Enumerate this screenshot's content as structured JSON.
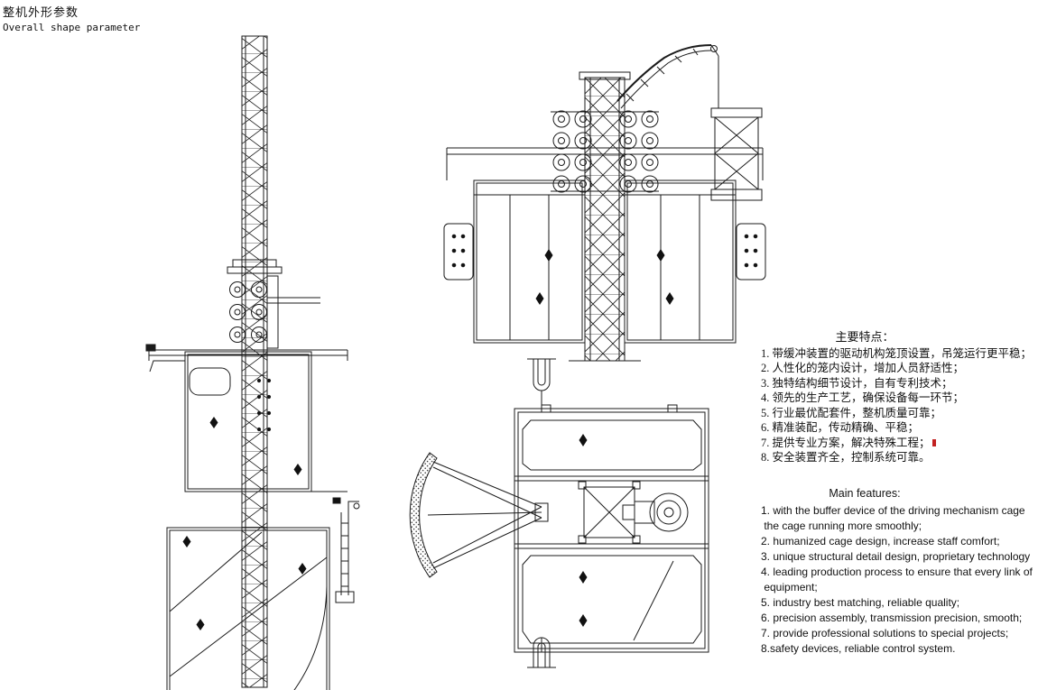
{
  "header": {
    "title_cn": "整机外形参数",
    "title_en": "Overall shape parameter"
  },
  "features_cn": {
    "title": "主要特点：",
    "items": [
      "1. 带缓冲装置的驱动机构笼顶设置，吊笼运行更平稳；",
      "2. 人性化的笼内设计，增加人员舒适性；",
      "3. 独特结构细节设计，自有专利技术；",
      "4. 领先的生产工艺，确保设备每一环节；",
      "5. 行业最优配套件，整机质量可靠；",
      "6. 精准装配，传动精确、平稳；",
      "7. 提供专业方案，解决特殊工程；",
      "8. 安全装置齐全，控制系统可靠。"
    ]
  },
  "features_en": {
    "title": "Main features:",
    "items": [
      "1. with the buffer device of the driving mechanism cage",
      " the cage running more smoothly;",
      "2. humanized cage design, increase staff comfort;",
      "3. unique structural detail design, proprietary technology",
      "4. leading production process to ensure that every link of",
      " equipment;",
      "5. industry best matching, reliable quality;",
      "6. precision assembly, transmission precision, smooth;",
      "7. provide professional solutions to special projects;",
      "8.safety devices, reliable control system."
    ]
  }
}
